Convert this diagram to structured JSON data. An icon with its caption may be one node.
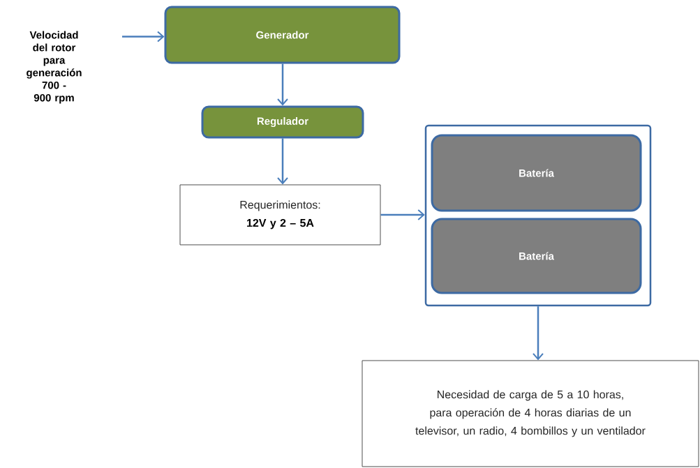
{
  "diagram": {
    "nodes": [
      {
        "text": [
          "Velocidad del rotor para generación 700 - 900 rpm"
        ]
      },
      {
        "text": [
          "Generador"
        ]
      },
      {
        "text": [
          "Regulador"
        ]
      },
      {
        "text": [
          "Requerimientos:",
          "12V y 2 – 5A"
        ]
      },
      {
        "text": [],
        "shape": "box"
      },
      {
        "text": [
          "Batería"
        ],
        "in": 4
      },
      {
        "text": [
          "Batería"
        ],
        "in": 4
      },
      {
        "text": [
          "Necesidad de carga de 5 a 10 horas, para operación de 4 horas  diarias de un televisor, un radio, 4 bombillos y un ventilador"
        ]
      }
    ],
    "edges": [
      {
        "from": 0,
        "to": 1,
        "arrow": "to"
      },
      {
        "from": 1,
        "to": 2,
        "arrow": "to"
      },
      {
        "from": 2,
        "to": 3,
        "arrow": "to"
      },
      {
        "from": 3,
        "to": 4,
        "arrow": "to"
      },
      {
        "from": 4,
        "to": 7,
        "arrow": "to"
      }
    ]
  }
}
